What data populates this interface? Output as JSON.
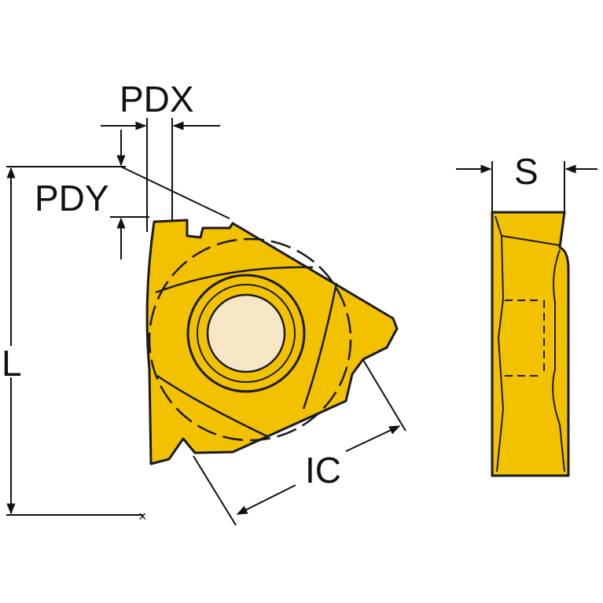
{
  "labels": {
    "pdx": "PDX",
    "pdy": "PDY",
    "l": "L",
    "ic": "IC",
    "s": "S"
  },
  "colors": {
    "insert_fill": "#f2c200",
    "insert_stroke": "#1a1a1a",
    "hole_fill": "#f6e6c6",
    "line": "#111111",
    "background": "#ffffff"
  }
}
